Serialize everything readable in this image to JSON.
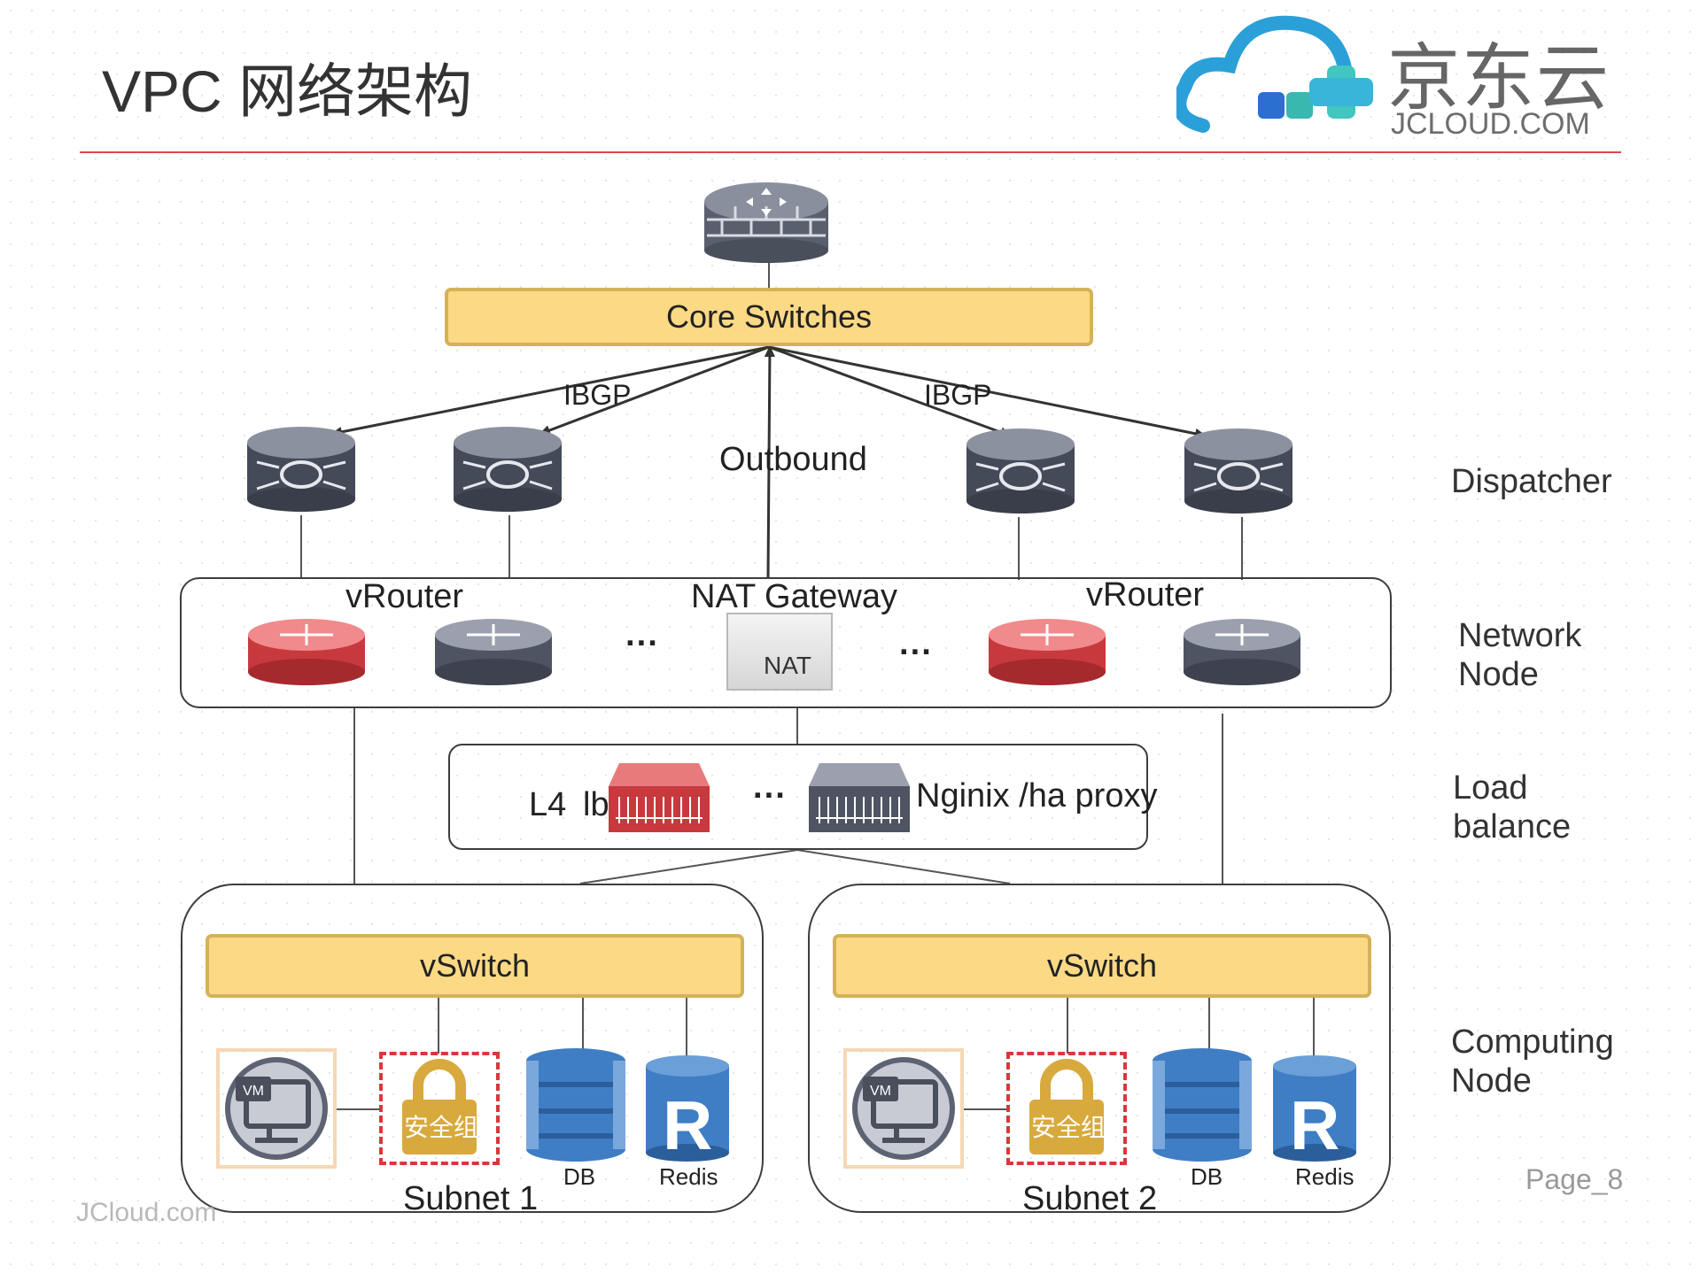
{
  "title": "VPC 网络架构",
  "logo": {
    "cn": "京东云",
    "en": "JCLOUD.COM"
  },
  "core_switch_label": "Core Switches",
  "edges": {
    "ibgp_left": "IBGP",
    "ibgp_right": "IBGP",
    "outbound": "Outbound"
  },
  "network_node": {
    "vrouter_left": "vRouter",
    "nat_gateway": "NAT Gateway",
    "vrouter_right": "vRouter",
    "nat_box": "NAT",
    "ellipsis": "···"
  },
  "load_balance": {
    "l4": "L4",
    "lb": "lb",
    "nginx": "Nginix /ha proxy",
    "ellipsis": "···"
  },
  "subnets": [
    {
      "vswitch": "vSwitch",
      "security_group": "安全组",
      "vm": "VM",
      "db": "DB",
      "redis": "Redis",
      "redis_letter": "R",
      "name": "Subnet 1"
    },
    {
      "vswitch": "vSwitch",
      "security_group": "安全组",
      "vm": "VM",
      "db": "DB",
      "redis": "Redis",
      "redis_letter": "R",
      "name": "Subnet 2"
    }
  ],
  "side_labels": {
    "dispatcher": "Dispatcher",
    "network_node": "Network Node",
    "load_balance": "Load balance",
    "computing_node": "Computing Node"
  },
  "footer": {
    "left": "JCloud.com",
    "page": "Page_8"
  },
  "colors": {
    "accent_red": "#d84a4a",
    "switch_fill": "#fbd985",
    "switch_border": "#d4b25a",
    "db_blue": "#3f7ec4"
  }
}
